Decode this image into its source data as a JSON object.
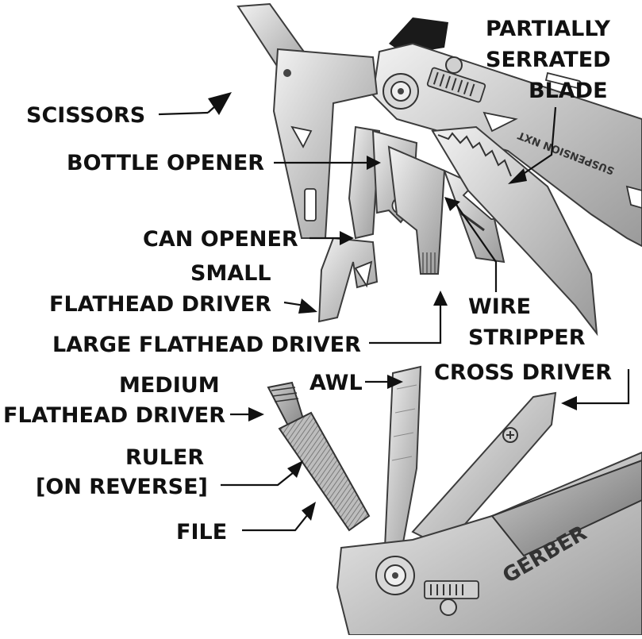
{
  "product": {
    "brand_mark": "GERBER",
    "model_mark": "SUSPENSION NXT"
  },
  "labels": {
    "partially_serrated_blade": [
      "PARTIALLY",
      "SERRATED",
      "BLADE"
    ],
    "scissors": "SCISSORS",
    "bottle_opener": "BOTTLE OPENER",
    "can_opener": "CAN OPENER",
    "small_flathead_driver": [
      "SMALL",
      "FLATHEAD DRIVER"
    ],
    "wire_stripper": [
      "WIRE",
      "STRIPPER"
    ],
    "large_flathead_driver": "LARGE FLATHEAD DRIVER",
    "awl": "AWL",
    "cross_driver": "CROSS DRIVER",
    "medium_flathead_driver": [
      "MEDIUM",
      "FLATHEAD DRIVER"
    ],
    "ruler": [
      "RULER",
      "[ON REVERSE]"
    ],
    "file": "FILE"
  },
  "colors": {
    "steel_light": "#e6e6e6",
    "steel_mid": "#b9b9b9",
    "steel_dark": "#7a7a7a",
    "text": "#111111",
    "background": "#ffffff"
  }
}
